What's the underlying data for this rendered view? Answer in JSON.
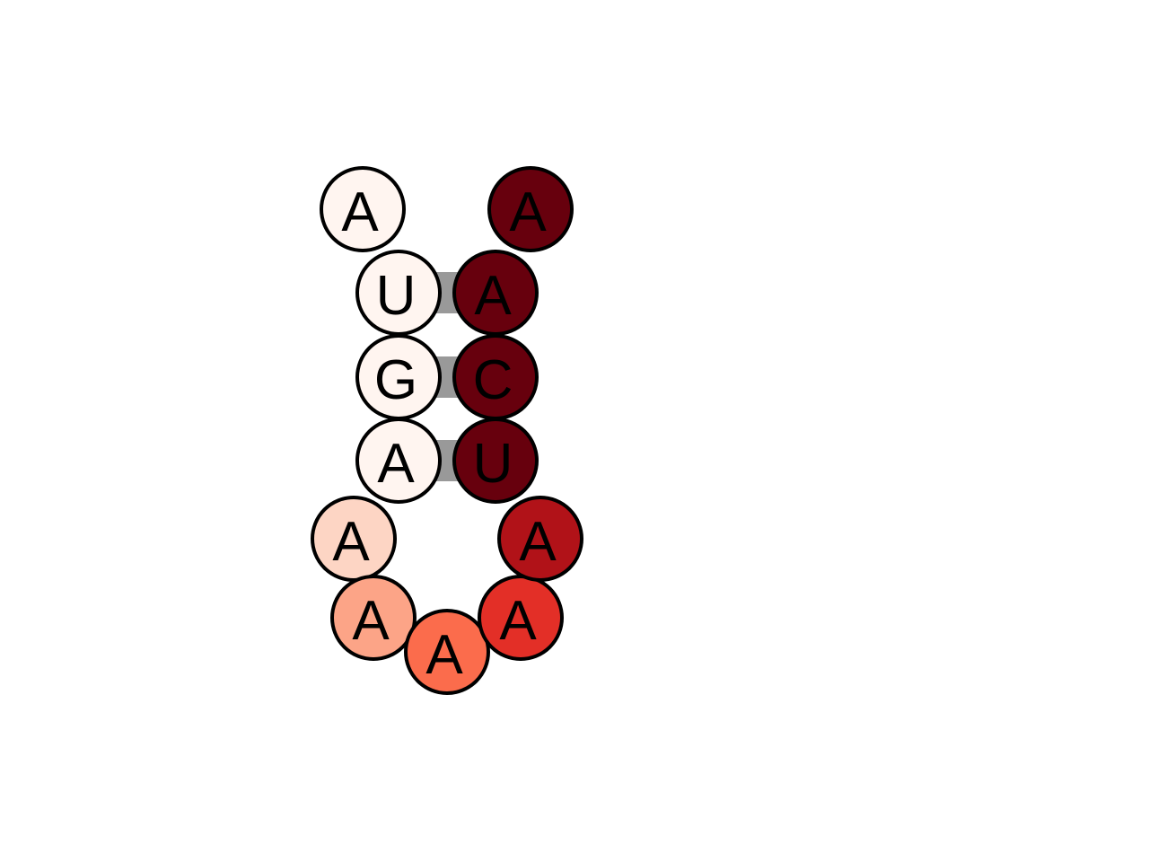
{
  "diagram": {
    "type": "rna-secondary-structure",
    "nucleotides": [
      {
        "index": 1,
        "base": "A",
        "color": "#fff5f0"
      },
      {
        "index": 2,
        "base": "U",
        "color": "#fff5f0"
      },
      {
        "index": 3,
        "base": "G",
        "color": "#fff5f0"
      },
      {
        "index": 4,
        "base": "A",
        "color": "#fff5f0"
      },
      {
        "index": 5,
        "base": "A",
        "color": "#fdd5c4"
      },
      {
        "index": 6,
        "base": "A",
        "color": "#fca487"
      },
      {
        "index": 7,
        "base": "A",
        "color": "#fb6c4c"
      },
      {
        "index": 8,
        "base": "A",
        "color": "#e32f27"
      },
      {
        "index": 9,
        "base": "A",
        "color": "#b11218"
      },
      {
        "index": 10,
        "base": "U",
        "color": "#67000d"
      },
      {
        "index": 11,
        "base": "C",
        "color": "#67000d"
      },
      {
        "index": 12,
        "base": "A",
        "color": "#67000d"
      },
      {
        "index": 13,
        "base": "A",
        "color": "#67000d"
      }
    ],
    "base_pairs": [
      [
        2,
        12
      ],
      [
        3,
        11
      ],
      [
        4,
        10
      ]
    ],
    "pair_line_color": "#999999",
    "outline_color": "#000000",
    "letter_color": "#000000"
  }
}
